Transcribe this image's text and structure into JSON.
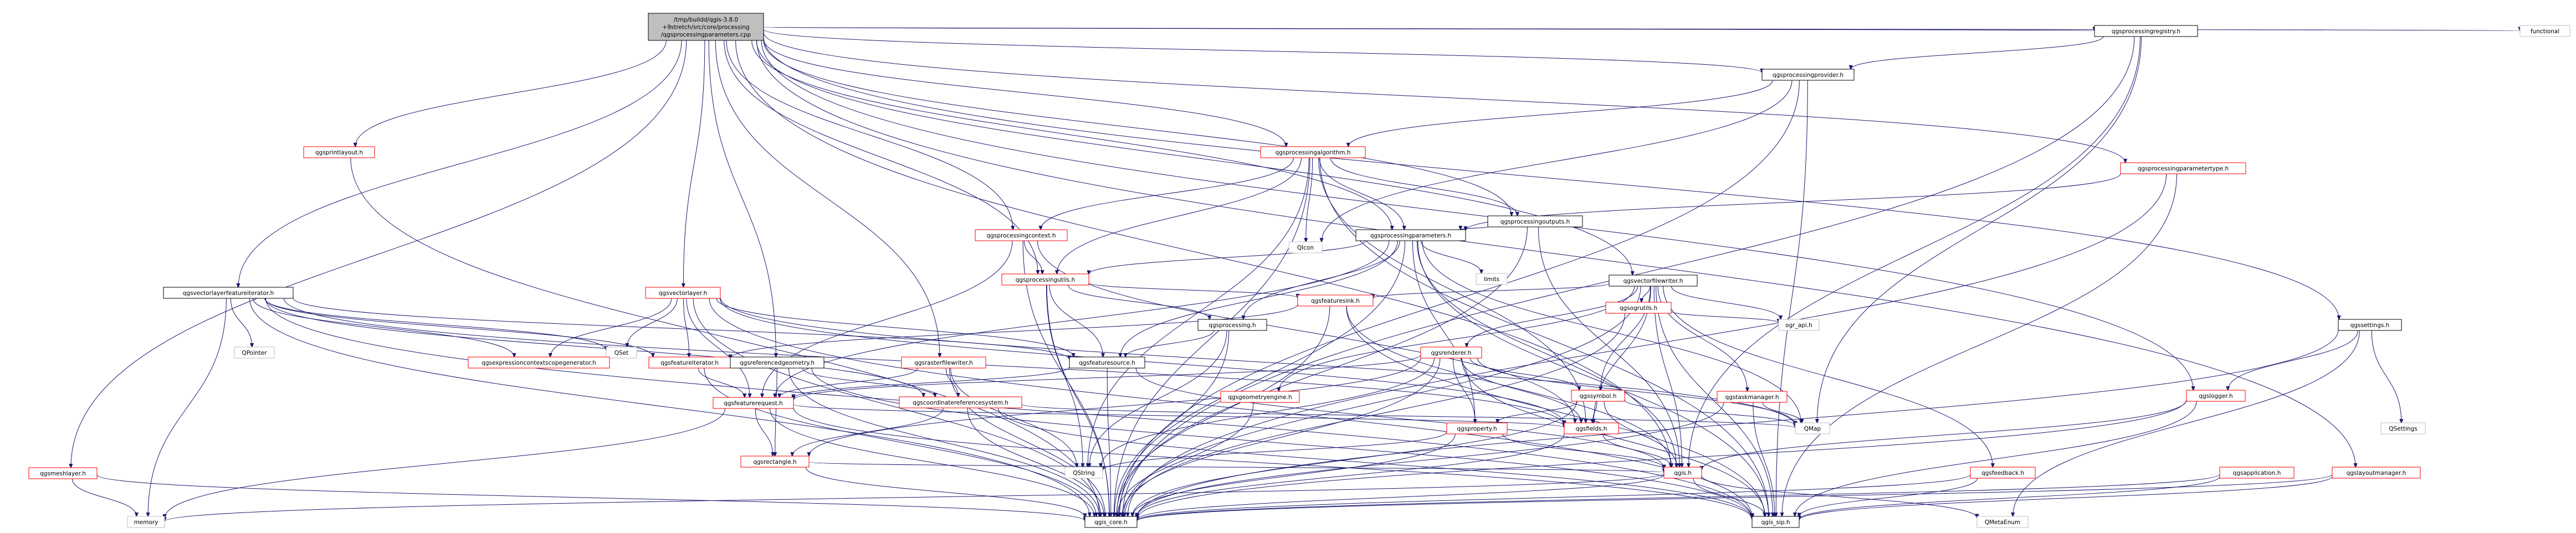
{
  "diagram": {
    "colors": {
      "edge": "#191970",
      "root_fill": "#bfbfbf",
      "plain_border": "#000000",
      "linked_border": "#ff0000",
      "external_border": "#bfbfbf",
      "text": "#000000",
      "background": "#ffffff"
    },
    "nodes": [
      {
        "id": "root",
        "lines": [
          "/tmp/buildd/qgis-3.8.0",
          "+9stretch/src/core/processing",
          "/qgsprocessingparameters.cpp"
        ],
        "kind": "root"
      },
      {
        "id": "registry",
        "lines": [
          "qgsprocessingregistry.h"
        ],
        "kind": "plain"
      },
      {
        "id": "functional",
        "lines": [
          "functional"
        ],
        "kind": "external"
      },
      {
        "id": "provider",
        "lines": [
          "qgsprocessingprovider.h"
        ],
        "kind": "plain"
      },
      {
        "id": "printlayout",
        "lines": [
          "qgsprintlayout.h"
        ],
        "kind": "linked"
      },
      {
        "id": "algorithm",
        "lines": [
          "qgsprocessingalgorithm.h"
        ],
        "kind": "linked"
      },
      {
        "id": "paramtype",
        "lines": [
          "qgsprocessingparametertype.h"
        ],
        "kind": "linked"
      },
      {
        "id": "context",
        "lines": [
          "qgsprocessingcontext.h"
        ],
        "kind": "linked"
      },
      {
        "id": "qicon",
        "lines": [
          "QIcon"
        ],
        "kind": "external"
      },
      {
        "id": "outputs",
        "lines": [
          "qgsprocessingoutputs.h"
        ],
        "kind": "plain"
      },
      {
        "id": "params",
        "lines": [
          "qgsprocessingparameters.h"
        ],
        "kind": "plain"
      },
      {
        "id": "utils",
        "lines": [
          "qgsprocessingutils.h"
        ],
        "kind": "linked"
      },
      {
        "id": "limits",
        "lines": [
          "limits"
        ],
        "kind": "external"
      },
      {
        "id": "vfw",
        "lines": [
          "qgsvectorfilewriter.h"
        ],
        "kind": "plain"
      },
      {
        "id": "vlfi",
        "lines": [
          "qgsvectorlayerfeatureiterator.h"
        ],
        "kind": "plain"
      },
      {
        "id": "vectorlayer",
        "lines": [
          "qgsvectorlayer.h"
        ],
        "kind": "linked"
      },
      {
        "id": "processing",
        "lines": [
          "qgsprocessing.h"
        ],
        "kind": "plain"
      },
      {
        "id": "featuresink",
        "lines": [
          "qgsfeaturesink.h"
        ],
        "kind": "linked"
      },
      {
        "id": "ogrutils",
        "lines": [
          "qgsogrutils.h"
        ],
        "kind": "linked"
      },
      {
        "id": "ograpi",
        "lines": [
          "ogr_api.h"
        ],
        "kind": "external"
      },
      {
        "id": "settings",
        "lines": [
          "qgssettings.h"
        ],
        "kind": "plain"
      },
      {
        "id": "qpointer",
        "lines": [
          "QPointer"
        ],
        "kind": "external"
      },
      {
        "id": "qset",
        "lines": [
          "QSet"
        ],
        "kind": "external"
      },
      {
        "id": "ecsg",
        "lines": [
          "qgsexpressioncontextscopegenerator.h"
        ],
        "kind": "linked"
      },
      {
        "id": "featureiterator",
        "lines": [
          "qgsfeatureiterator.h"
        ],
        "kind": "linked"
      },
      {
        "id": "refgeom",
        "lines": [
          "qgsreferencedgeometry.h"
        ],
        "kind": "plain"
      },
      {
        "id": "rfw",
        "lines": [
          "qgsrasterfilewriter.h"
        ],
        "kind": "linked"
      },
      {
        "id": "featuresource",
        "lines": [
          "qgsfeaturesource.h"
        ],
        "kind": "plain"
      },
      {
        "id": "renderer",
        "lines": [
          "qgsrenderer.h"
        ],
        "kind": "linked"
      },
      {
        "id": "geomengine",
        "lines": [
          "qgsgeometryengine.h"
        ],
        "kind": "linked"
      },
      {
        "id": "symbol",
        "lines": [
          "qgssymbol.h"
        ],
        "kind": "linked"
      },
      {
        "id": "taskmanager",
        "lines": [
          "qgstaskmanager.h"
        ],
        "kind": "linked"
      },
      {
        "id": "featurerequest",
        "lines": [
          "qgsfeaturerequest.h"
        ],
        "kind": "linked"
      },
      {
        "id": "crs",
        "lines": [
          "qgscoordinatereferencesystem.h"
        ],
        "kind": "linked"
      },
      {
        "id": "qmap",
        "lines": [
          "QMap"
        ],
        "kind": "external"
      },
      {
        "id": "logger",
        "lines": [
          "qgslogger.h"
        ],
        "kind": "linked"
      },
      {
        "id": "qsettings",
        "lines": [
          "QSettings"
        ],
        "kind": "external"
      },
      {
        "id": "property",
        "lines": [
          "qgsproperty.h"
        ],
        "kind": "linked"
      },
      {
        "id": "fields",
        "lines": [
          "qgsfields.h"
        ],
        "kind": "linked"
      },
      {
        "id": "meshlayer",
        "lines": [
          "qgsmeshlayer.h"
        ],
        "kind": "linked"
      },
      {
        "id": "rectangle",
        "lines": [
          "qgsrectangle.h"
        ],
        "kind": "linked"
      },
      {
        "id": "qstring",
        "lines": [
          "QString"
        ],
        "kind": "external"
      },
      {
        "id": "qgsh",
        "lines": [
          "qgis.h"
        ],
        "kind": "linked"
      },
      {
        "id": "feedback",
        "lines": [
          "qgsfeedback.h"
        ],
        "kind": "linked"
      },
      {
        "id": "application",
        "lines": [
          "qgsapplication.h"
        ],
        "kind": "linked"
      },
      {
        "id": "layoutmanager",
        "lines": [
          "qgslayoutmanager.h"
        ],
        "kind": "linked"
      },
      {
        "id": "memory",
        "lines": [
          "memory"
        ],
        "kind": "external"
      },
      {
        "id": "qgiscore",
        "lines": [
          "qgis_core.h"
        ],
        "kind": "plain"
      },
      {
        "id": "qgissip",
        "lines": [
          "qgis_sip.h"
        ],
        "kind": "plain"
      },
      {
        "id": "qmetaenum",
        "lines": [
          "QMetaEnum"
        ],
        "kind": "external"
      }
    ],
    "edges": [
      [
        "root",
        "registry"
      ],
      [
        "root",
        "functional"
      ],
      [
        "root",
        "provider"
      ],
      [
        "root",
        "printlayout"
      ],
      [
        "root",
        "algorithm"
      ],
      [
        "root",
        "paramtype"
      ],
      [
        "root",
        "context"
      ],
      [
        "root",
        "outputs"
      ],
      [
        "root",
        "params"
      ],
      [
        "root",
        "utils"
      ],
      [
        "root",
        "vfw"
      ],
      [
        "root",
        "vlfi"
      ],
      [
        "root",
        "vectorlayer"
      ],
      [
        "root",
        "refgeom"
      ],
      [
        "root",
        "rfw"
      ],
      [
        "root",
        "settings"
      ],
      [
        "root",
        "meshlayer"
      ],
      [
        "root",
        "logger"
      ],
      [
        "root",
        "layoutmanager"
      ],
      [
        "root",
        "qgsh"
      ],
      [
        "registry",
        "provider"
      ],
      [
        "registry",
        "qgsh"
      ],
      [
        "registry",
        "qmap"
      ],
      [
        "registry",
        "qgiscore"
      ],
      [
        "provider",
        "algorithm"
      ],
      [
        "provider",
        "qicon"
      ],
      [
        "provider",
        "qgiscore"
      ],
      [
        "provider",
        "qgissip"
      ],
      [
        "algorithm",
        "params"
      ],
      [
        "algorithm",
        "outputs"
      ],
      [
        "algorithm",
        "context"
      ],
      [
        "algorithm",
        "utils"
      ],
      [
        "algorithm",
        "qicon"
      ],
      [
        "algorithm",
        "fields"
      ],
      [
        "algorithm",
        "qstring"
      ],
      [
        "algorithm",
        "qgiscore"
      ],
      [
        "algorithm",
        "qgissip"
      ],
      [
        "paramtype",
        "params"
      ],
      [
        "paramtype",
        "qgiscore"
      ],
      [
        "paramtype",
        "qgissip"
      ],
      [
        "outputs",
        "params"
      ],
      [
        "outputs",
        "qgiscore"
      ],
      [
        "outputs",
        "qgsh"
      ],
      [
        "params",
        "processing"
      ],
      [
        "params",
        "utils"
      ],
      [
        "params",
        "featuresource"
      ],
      [
        "params",
        "limits"
      ],
      [
        "params",
        "property"
      ],
      [
        "params",
        "qmap"
      ],
      [
        "params",
        "featurerequest"
      ],
      [
        "params",
        "qgiscore"
      ],
      [
        "params",
        "qgissip"
      ],
      [
        "params",
        "qgsh"
      ],
      [
        "context",
        "utils"
      ],
      [
        "context",
        "featurerequest"
      ],
      [
        "context",
        "qgiscore"
      ],
      [
        "context",
        "fields"
      ],
      [
        "utils",
        "processing"
      ],
      [
        "utils",
        "featuresink"
      ],
      [
        "utils",
        "featuresource"
      ],
      [
        "utils",
        "qstring"
      ],
      [
        "utils",
        "qgiscore"
      ],
      [
        "processing",
        "featuresource"
      ],
      [
        "processing",
        "qstring"
      ],
      [
        "processing",
        "qgiscore"
      ],
      [
        "featuresink",
        "featureiterator"
      ],
      [
        "featuresink",
        "qgiscore"
      ],
      [
        "featuresink",
        "qgsh"
      ],
      [
        "featuresink",
        "qgissip"
      ],
      [
        "vfw",
        "featuresink"
      ],
      [
        "vfw",
        "ogrutils"
      ],
      [
        "vfw",
        "ograpi"
      ],
      [
        "vfw",
        "renderer"
      ],
      [
        "vfw",
        "symbol"
      ],
      [
        "vfw",
        "taskmanager"
      ],
      [
        "vfw",
        "fields"
      ],
      [
        "vfw",
        "feedback"
      ],
      [
        "vfw",
        "geomengine"
      ],
      [
        "vfw",
        "qgiscore"
      ],
      [
        "vfw",
        "qgsh"
      ],
      [
        "vfw",
        "qgissip"
      ],
      [
        "ogrutils",
        "ograpi"
      ],
      [
        "ogrutils",
        "qgiscore"
      ],
      [
        "vlfi",
        "qpointer"
      ],
      [
        "vlfi",
        "qset"
      ],
      [
        "vlfi",
        "ecsg"
      ],
      [
        "vlfi",
        "featureiterator"
      ],
      [
        "vlfi",
        "featuresource"
      ],
      [
        "vlfi",
        "crs"
      ],
      [
        "vlfi",
        "fields"
      ],
      [
        "vlfi",
        "memory"
      ],
      [
        "vlfi",
        "qgiscore"
      ],
      [
        "vlfi",
        "qgissip"
      ],
      [
        "vectorlayer",
        "qset"
      ],
      [
        "vectorlayer",
        "ecsg"
      ],
      [
        "vectorlayer",
        "featureiterator"
      ],
      [
        "vectorlayer",
        "featuresource"
      ],
      [
        "vectorlayer",
        "featurerequest"
      ],
      [
        "vectorlayer",
        "qmap"
      ],
      [
        "vectorlayer",
        "qgiscore"
      ],
      [
        "vectorlayer",
        "qgissip"
      ],
      [
        "vectorlayer",
        "fields"
      ],
      [
        "featureiterator",
        "featurerequest"
      ],
      [
        "featureiterator",
        "qgiscore"
      ],
      [
        "refgeom",
        "crs"
      ],
      [
        "refgeom",
        "rectangle"
      ],
      [
        "refgeom",
        "qgiscore"
      ],
      [
        "refgeom",
        "qgissip"
      ],
      [
        "rfw",
        "crs"
      ],
      [
        "rfw",
        "featurerequest"
      ],
      [
        "rfw",
        "qgiscore"
      ],
      [
        "rfw",
        "qstring"
      ],
      [
        "featuresource",
        "featurerequest"
      ],
      [
        "featuresource",
        "qgiscore"
      ],
      [
        "featuresource",
        "qgsh"
      ],
      [
        "renderer",
        "featurerequest"
      ],
      [
        "renderer",
        "symbol"
      ],
      [
        "renderer",
        "fields"
      ],
      [
        "renderer",
        "property"
      ],
      [
        "renderer",
        "qgiscore"
      ],
      [
        "renderer",
        "qgissip"
      ],
      [
        "renderer",
        "rectangle"
      ],
      [
        "renderer",
        "qstring"
      ],
      [
        "renderer",
        "qmap"
      ],
      [
        "geomengine",
        "qgiscore"
      ],
      [
        "symbol",
        "property"
      ],
      [
        "symbol",
        "fields"
      ],
      [
        "symbol",
        "qgsh"
      ],
      [
        "symbol",
        "qgiscore"
      ],
      [
        "symbol",
        "qmap"
      ],
      [
        "taskmanager",
        "qmap"
      ],
      [
        "taskmanager",
        "qgiscore"
      ],
      [
        "taskmanager",
        "qgissip"
      ],
      [
        "featurerequest",
        "rectangle"
      ],
      [
        "featurerequest",
        "fields"
      ],
      [
        "featurerequest",
        "memory"
      ],
      [
        "featurerequest",
        "qgiscore"
      ],
      [
        "featurerequest",
        "qgissip"
      ],
      [
        "crs",
        "rectangle"
      ],
      [
        "crs",
        "qmap"
      ],
      [
        "crs",
        "qgiscore"
      ],
      [
        "crs",
        "qgissip"
      ],
      [
        "settings",
        "logger"
      ],
      [
        "settings",
        "qsettings"
      ],
      [
        "settings",
        "qmetaenum"
      ],
      [
        "settings",
        "qgiscore"
      ],
      [
        "logger",
        "qgsh"
      ],
      [
        "logger",
        "qgiscore"
      ],
      [
        "logger",
        "qgissip"
      ],
      [
        "property",
        "qgsh"
      ],
      [
        "property",
        "qstring"
      ],
      [
        "property",
        "qgiscore"
      ],
      [
        "fields",
        "qgsh"
      ],
      [
        "fields",
        "qgiscore"
      ],
      [
        "meshlayer",
        "memory"
      ],
      [
        "meshlayer",
        "qgiscore"
      ],
      [
        "rectangle",
        "qgsh"
      ],
      [
        "rectangle",
        "qgiscore"
      ],
      [
        "qgsh",
        "qgiscore"
      ],
      [
        "qgsh",
        "qgissip"
      ],
      [
        "qgsh",
        "qmetaenum"
      ],
      [
        "qgsh",
        "memory"
      ],
      [
        "feedback",
        "qgiscore"
      ],
      [
        "feedback",
        "qgissip"
      ],
      [
        "application",
        "qgiscore"
      ],
      [
        "application",
        "qgissip"
      ],
      [
        "layoutmanager",
        "qgiscore"
      ],
      [
        "layoutmanager",
        "qgissip"
      ],
      [
        "printlayout",
        "qgiscore"
      ]
    ]
  }
}
